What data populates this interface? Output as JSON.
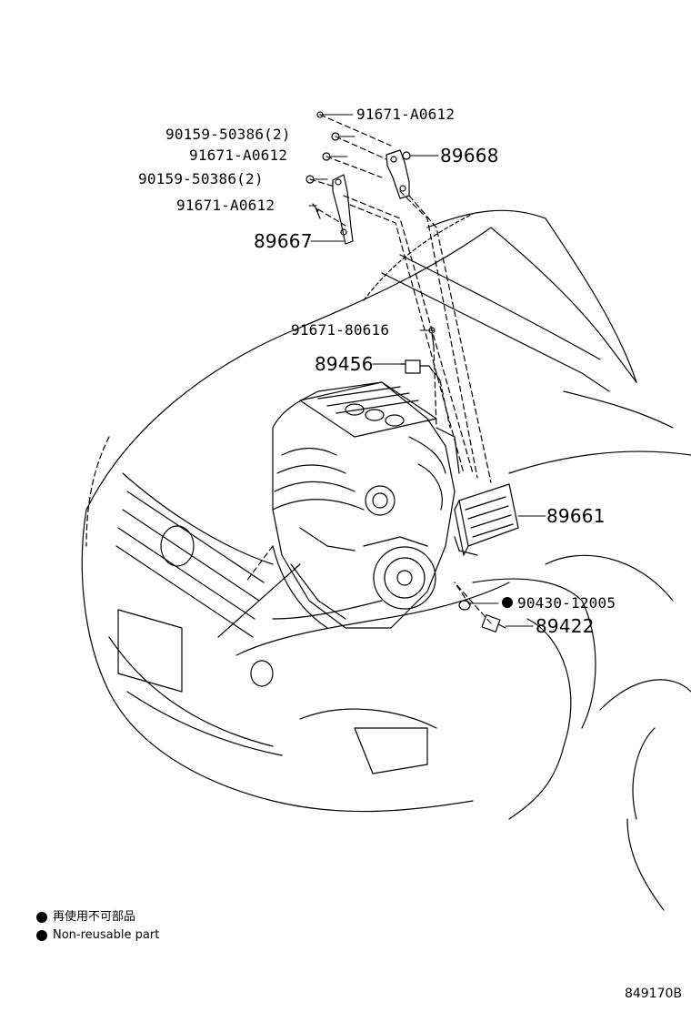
{
  "callouts": [
    {
      "id": "c1",
      "text": "91671-A0612"
    },
    {
      "id": "c2",
      "text": "90159-50386(2)"
    },
    {
      "id": "c3",
      "text": "91671-A0612"
    },
    {
      "id": "c4",
      "text": "89668"
    },
    {
      "id": "c5",
      "text": "90159-50386(2)"
    },
    {
      "id": "c6",
      "text": "91671-A0612"
    },
    {
      "id": "c7",
      "text": "89667"
    },
    {
      "id": "c8",
      "text": "91671-80616"
    },
    {
      "id": "c9",
      "text": "89456"
    },
    {
      "id": "c10",
      "text": "89661"
    },
    {
      "id": "c11",
      "text": "90430-12005"
    },
    {
      "id": "c12",
      "text": "89422"
    }
  ],
  "legend": {
    "line1": "再使用不可部品",
    "line2": "Non-reusable part"
  },
  "figure_id": "849170B",
  "colors": {
    "ink": "#000000",
    "background": "#ffffff"
  }
}
